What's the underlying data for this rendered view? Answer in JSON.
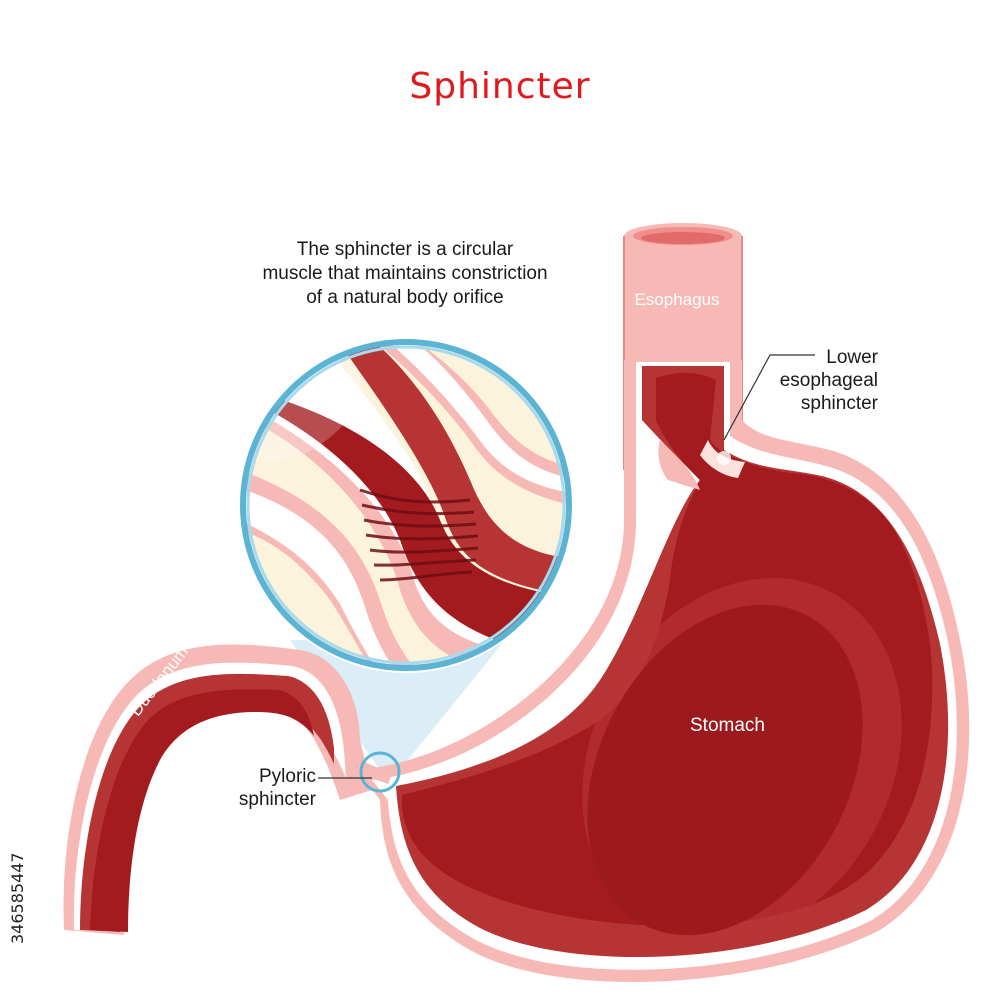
{
  "title": "Sphincter",
  "description": {
    "line1": "The sphincter is a circular",
    "line2": "muscle that maintains constriction",
    "line3": "of a natural body orifice"
  },
  "labels": {
    "esophagus": "Esophagus",
    "les_line1": "Lower",
    "les_line2": "esophageal",
    "les_line3": "sphincter",
    "stomach": "Stomach",
    "duodenum": "Duodenum",
    "pyloric_line1": "Pyloric",
    "pyloric_line2": "sphincter"
  },
  "image_id": "346585447",
  "colors": {
    "title": "#e0191d",
    "outer_pink": "#f7b9b6",
    "muscle": "#b73434",
    "lumen": "#a41b1f",
    "lumen_dark": "#8f1418",
    "wall_white": "#ffffff",
    "cream": "#fbf3dc",
    "magnifier_ring": "#5bb4d4",
    "cone": "#cfe7f3"
  }
}
